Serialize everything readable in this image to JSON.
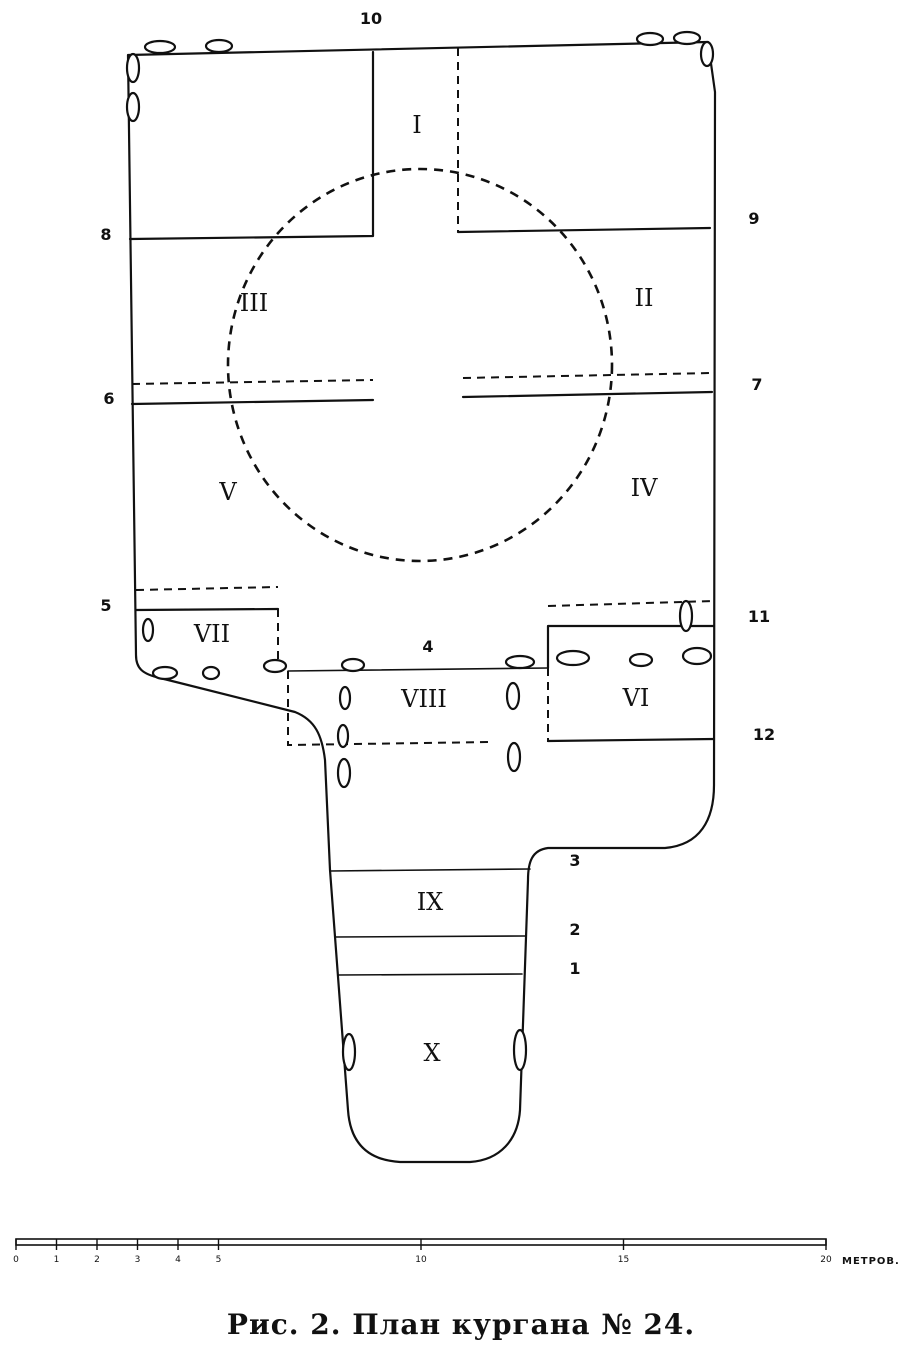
{
  "caption": "Рис. 2. План кургана № 24.",
  "sections": {
    "s1": "I",
    "s2": "II",
    "s3": "III",
    "s4": "IV",
    "s5": "V",
    "s6": "VI",
    "s7": "VII",
    "s8": "VIII",
    "s9": "IX",
    "s10": "X"
  },
  "points": {
    "p1": "1",
    "p2": "2",
    "p3": "3",
    "p4": "4",
    "p5": "5",
    "p6": "6",
    "p7": "7",
    "p8": "8",
    "p9": "9",
    "p10": "10",
    "p11": "11",
    "p12": "12"
  },
  "scale": {
    "ticks": [
      "0",
      "1",
      "2",
      "3",
      "4",
      "5",
      "10",
      "15",
      "20"
    ],
    "unit": "МЕТРОВ."
  }
}
